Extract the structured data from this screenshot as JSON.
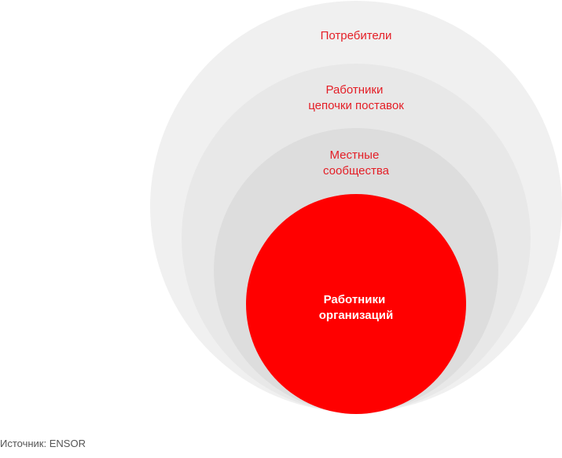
{
  "diagram": {
    "rings": [
      {
        "label_lines": [
          "Потребители"
        ],
        "fill": "#f0f0f0",
        "text_color": "#e41e26"
      },
      {
        "label_lines": [
          "Работники",
          "цепочки поставок"
        ],
        "fill": "#e8e8e8",
        "text_color": "#e41e26"
      },
      {
        "label_lines": [
          "Местные",
          "сообщества"
        ],
        "fill": "#dddddd",
        "text_color": "#e41e26"
      },
      {
        "label_lines": [
          "Работники",
          "организаций"
        ],
        "fill": "#ff0000",
        "text_color": "#ffffff"
      }
    ]
  },
  "footer": {
    "source_text": "Источник: ENSOR"
  }
}
